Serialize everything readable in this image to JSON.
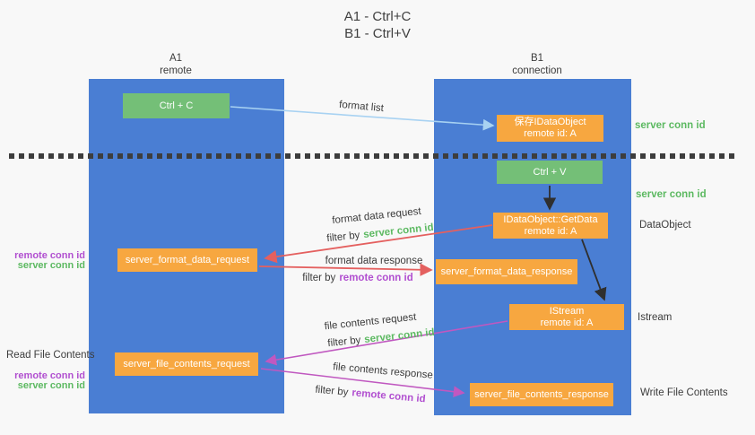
{
  "title": {
    "line1": "A1 - Ctrl+C",
    "line2": "B1 - Ctrl+V"
  },
  "lifelines": {
    "left": {
      "name": "A1",
      "role": "remote"
    },
    "right": {
      "name": "B1",
      "role": "connection"
    }
  },
  "nodes": {
    "ctrl_c": "Ctrl + C",
    "ctrl_v": "Ctrl + V",
    "save_idataobject": {
      "line1": "保存IDataObject",
      "line2": "remote id: A"
    },
    "getdata": {
      "line1": "IDataObject::GetData",
      "line2": "remote id: A"
    },
    "istream": {
      "line1": "IStream",
      "line2": "remote id: A"
    },
    "format_request": "server_format_data_request",
    "format_response": "server_format_data_response",
    "file_request": "server_file_contents_request",
    "file_response": "server_file_contents_response"
  },
  "labels": {
    "format_list": "format list",
    "server_conn_id": "server conn id",
    "remote_conn_id": "remote conn id",
    "data_object": "DataObject",
    "istream": "Istream",
    "read_file_contents": "Read File Contents",
    "write_file_contents": "Write File Contents",
    "format_data_request": "format data request",
    "format_data_response": "format data response",
    "file_contents_request": "file contents request",
    "file_contents_response": "file contents response",
    "filter_by": "filter by"
  },
  "colors": {
    "lifeline_blue": "#4a7ed3",
    "node_green": "#74bf77",
    "node_orange": "#f7a740",
    "arrow_red": "#e4605f",
    "arrow_magenta": "#c058c0",
    "arrow_light_blue": "#a8d2f2",
    "arrow_black": "#2f2f2f",
    "text_green": "#5cb961",
    "text_purple": "#b14fd0",
    "text_dark": "#3c3c3c",
    "background": "#f8f8f8"
  }
}
